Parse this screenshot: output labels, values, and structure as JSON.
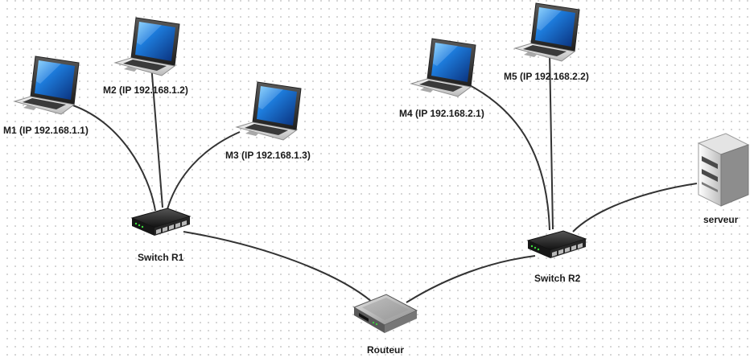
{
  "nodes": {
    "m1": {
      "label": "M1 (IP 192.168.1.1)"
    },
    "m2": {
      "label": "M2 (IP 192.168.1.2)"
    },
    "m3": {
      "label": "M3 (IP 192.168.1.3)"
    },
    "m4": {
      "label": "M4 (IP 192.168.2.1)"
    },
    "m5": {
      "label": "M5 (IP 192.168.2.2)"
    },
    "switch_r1": {
      "label": "Switch R1"
    },
    "switch_r2": {
      "label": "Switch R2"
    },
    "router": {
      "label": "Routeur"
    },
    "server": {
      "label": "serveur"
    }
  },
  "colors": {
    "link": "#333333",
    "screen": "#1e6fd0",
    "device_dark": "#1d1d1d"
  }
}
